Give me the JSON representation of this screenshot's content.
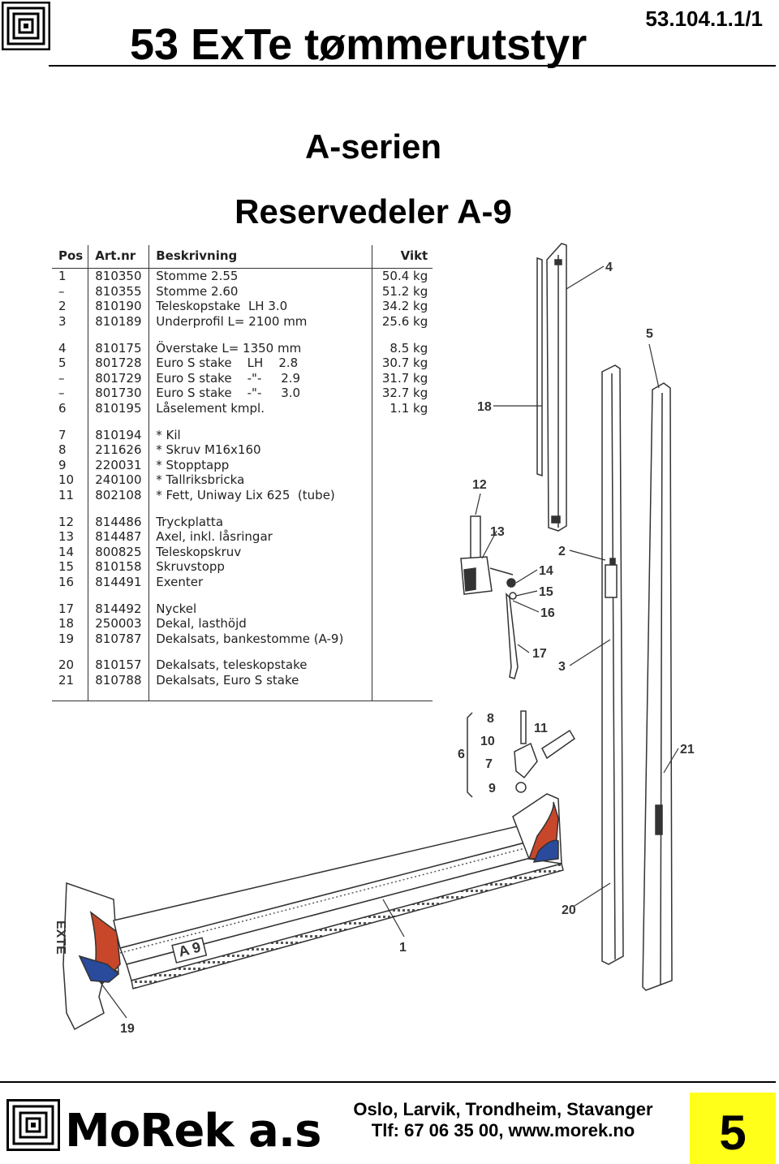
{
  "header": {
    "title": "53 ExTe tømmerutstyr",
    "code": "53.104.1.1/1"
  },
  "subtitles": [
    "A-serien",
    "Reservedeler A-9"
  ],
  "table": {
    "headers": [
      "Pos",
      "Art.nr",
      "Beskrivning",
      "Vikt"
    ],
    "groups": [
      [
        [
          "1",
          "810350",
          "Stomme 2.55",
          "50.4 kg"
        ],
        [
          "–",
          "810355",
          "Stomme 2.60",
          "51.2 kg"
        ],
        [
          "2",
          "810190",
          "Teleskopstake  LH 3.0",
          "34.2 kg"
        ],
        [
          "3",
          "810189",
          "Underprofil L= 2100 mm",
          "25.6 kg"
        ]
      ],
      [
        [
          "4",
          "810175",
          "Överstake L= 1350 mm",
          "8.5 kg"
        ],
        [
          "5",
          "801728",
          "Euro S stake    LH    2.8",
          "30.7 kg"
        ],
        [
          "–",
          "801729",
          "Euro S stake    -\"-     2.9",
          "31.7 kg"
        ],
        [
          "–",
          "801730",
          "Euro S stake    -\"-     3.0",
          "32.7 kg"
        ],
        [
          "6",
          "810195",
          "Låselement kmpl.",
          "1.1 kg"
        ]
      ],
      [
        [
          "7",
          "810194",
          "* Kil",
          ""
        ],
        [
          "8",
          "211626",
          "* Skruv M16x160",
          ""
        ],
        [
          "9",
          "220031",
          "* Stopptapp",
          ""
        ],
        [
          "10",
          "240100",
          "* Tallriksbricka",
          ""
        ],
        [
          "11",
          "802108",
          "* Fett, Uniway Lix 625  (tube)",
          ""
        ]
      ],
      [
        [
          "12",
          "814486",
          "Tryckplatta",
          ""
        ],
        [
          "13",
          "814487",
          "Axel, inkl. låsringar",
          ""
        ],
        [
          "14",
          "800825",
          "Teleskopskruv",
          ""
        ],
        [
          "15",
          "810158",
          "Skruvstopp",
          ""
        ],
        [
          "16",
          "814491",
          "Exenter",
          ""
        ]
      ],
      [
        [
          "17",
          "814492",
          "Nyckel",
          ""
        ],
        [
          "18",
          "250003",
          "Dekal, lasthöjd",
          ""
        ],
        [
          "19",
          "810787",
          "Dekalsats, bankestomme (A-9)",
          ""
        ]
      ],
      [
        [
          "20",
          "810157",
          "Dekalsats, teleskopstake",
          ""
        ],
        [
          "21",
          "810788",
          "Dekalsats, Euro S stake",
          ""
        ]
      ]
    ]
  },
  "drawing": {
    "callouts": [
      "1",
      "2",
      "3",
      "4",
      "5",
      "6",
      "7",
      "8",
      "9",
      "10",
      "11",
      "12",
      "13",
      "14",
      "15",
      "16",
      "17",
      "18",
      "19",
      "20",
      "21"
    ],
    "model_label": "A 9",
    "brand_mark": "EXTE",
    "colors": {
      "red": "#c8472a",
      "blue": "#2a4b9c",
      "line": "#333333"
    }
  },
  "footer": {
    "brand": "MoRek a.s",
    "locations": "Oslo, Larvik, Trondheim, Stavanger",
    "contact": "Tlf: 67 06 35 00, www.morek.no",
    "page": "5",
    "page_color": "#ffff1a"
  }
}
